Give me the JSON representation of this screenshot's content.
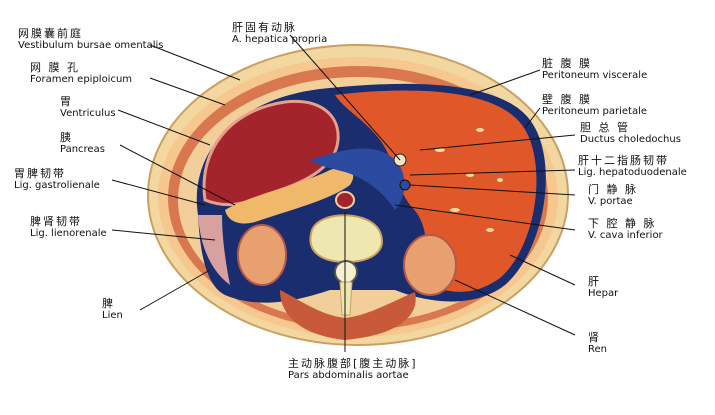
{
  "labels": {
    "vestibulum": {
      "zh": "网膜囊前庭",
      "la": "Vestibulum bursae omentalis"
    },
    "foramen": {
      "zh": "网 膜 孔",
      "la": "Foramen epiploicum"
    },
    "ventriculus": {
      "zh": "胃",
      "la": "Ventriculus"
    },
    "pancreas": {
      "zh": "胰",
      "la": "Pancreas"
    },
    "gastrolienale": {
      "zh": "胃脾韧带",
      "la": "Lig. gastrolienale"
    },
    "lienorenale": {
      "zh": "脾肾韧带",
      "la": "Lig. lienorenale"
    },
    "lien": {
      "zh": "脾",
      "la": "Lien"
    },
    "hepatica": {
      "zh": "肝固有动脉",
      "la": "A. hepatica propria"
    },
    "aorta": {
      "zh": "主动脉腹部[腹主动脉]",
      "la": "Pars abdominalis aortae"
    },
    "visceral": {
      "zh": "脏 腹 膜",
      "la": "Peritoneum viscerale"
    },
    "parietal": {
      "zh": "壁 腹 膜",
      "la": "Peritoneum parietale"
    },
    "choledochus": {
      "zh": "胆 总 管",
      "la": "Ductus choledochus"
    },
    "hepatoduodenale": {
      "zh": "肝十二指肠韧带",
      "la": "Lig. hepatoduodenale"
    },
    "portae": {
      "zh": "门 静 脉",
      "la": "V. portae"
    },
    "cava": {
      "zh": "下 腔 静 脉",
      "la": "V. cava inferior"
    },
    "hepar": {
      "zh": "肝",
      "la": "Hepar"
    },
    "ren": {
      "zh": "肾",
      "la": "Ren"
    }
  },
  "colors": {
    "skin": "#f3d7a0",
    "muscle": "#d96a4a",
    "liver": "#e0572a",
    "stomach": "#a3242a",
    "peritoneum": "#1a2d6e",
    "fat": "#f4c98a",
    "bone": "#efe7b0",
    "kidney": "#e8a070",
    "spleen": "#d9a0a0"
  }
}
